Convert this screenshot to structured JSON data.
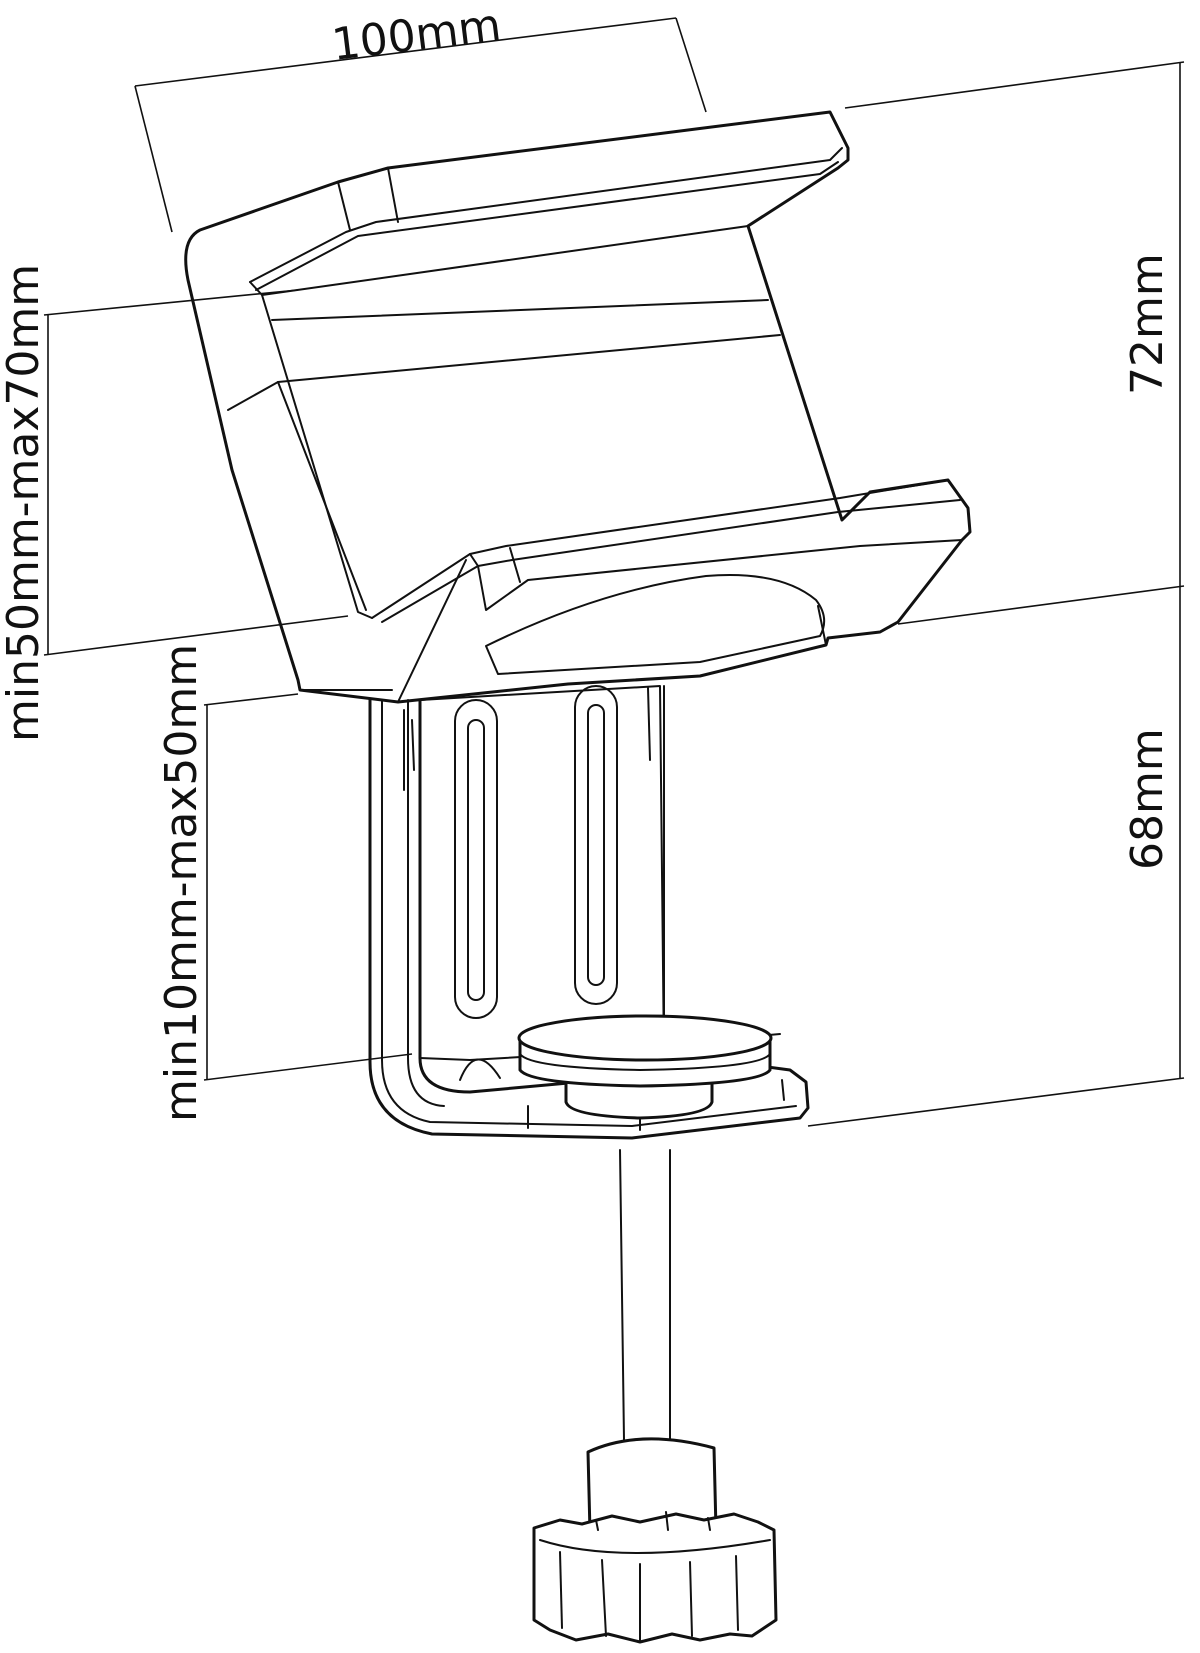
{
  "dimensions": {
    "width_label": "100mm",
    "top_height_label": "72mm",
    "bottom_height_label": "68mm",
    "upper_range_label": "min50mm-max70mm",
    "lower_range_label": "min10mm-max50mm"
  }
}
